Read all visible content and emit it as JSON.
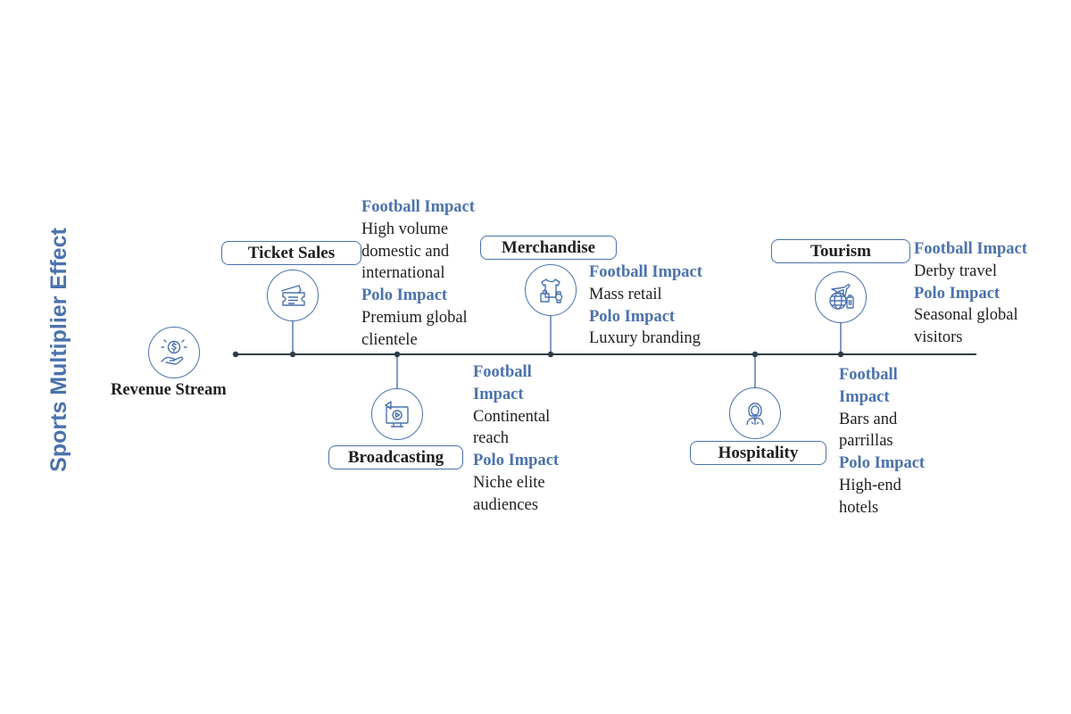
{
  "title": "Sports Multiplier Effect",
  "root": {
    "label": "Revenue Stream",
    "icon": "money-hand-icon"
  },
  "heading_labels": {
    "football": "Football Impact",
    "polo": "Polo Impact"
  },
  "streams": [
    {
      "name": "Ticket Sales",
      "icon": "ticket-icon",
      "position": "above",
      "football_impact": "High volume domestic and international",
      "polo_impact": "Premium global clientele"
    },
    {
      "name": "Broadcasting",
      "icon": "broadcast-tv-icon",
      "position": "below",
      "football_impact": "Continental reach",
      "polo_impact": "Niche elite audiences"
    },
    {
      "name": "Merchandise",
      "icon": "merchandise-icon",
      "position": "above",
      "football_impact": "Mass retail",
      "polo_impact": "Luxury branding"
    },
    {
      "name": "Hospitality",
      "icon": "hospitality-icon",
      "position": "below",
      "football_impact": "Bars and parrillas",
      "polo_impact": "High-end hotels"
    },
    {
      "name": "Tourism",
      "icon": "tourism-icon",
      "position": "above",
      "football_impact": "Derby travel",
      "polo_impact": "Seasonal global visitors"
    }
  ],
  "colors": {
    "accent": "#4a72ad",
    "line": "#2f3b4a",
    "text": "#1f1f1f"
  }
}
